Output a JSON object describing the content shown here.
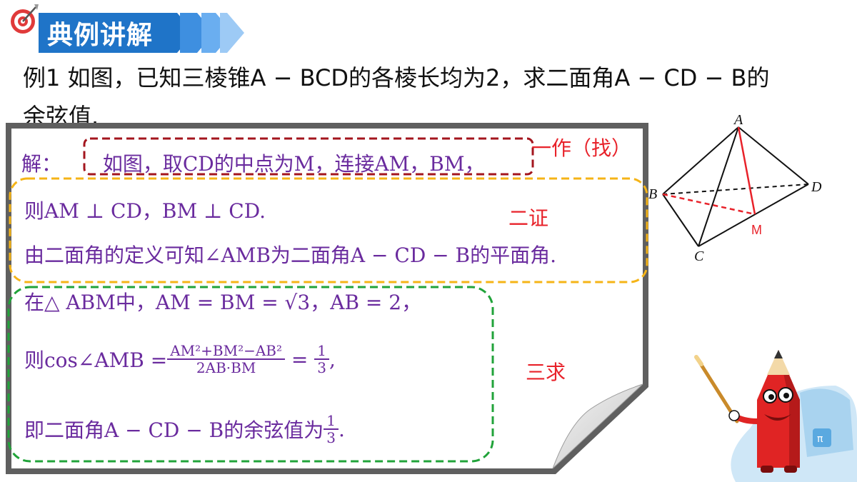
{
  "banner": {
    "label": "典例讲解"
  },
  "problem": {
    "line1": "例1 如图，已知三棱锥A − BCD的各棱长均为2，求二面角A − CD − B的",
    "line2": "余弦值."
  },
  "solution": {
    "step1_prefix": "解：",
    "step1_text": "如图，取CD的中点为M，连接AM，BM，",
    "step2_line1": "则AM ⊥ CD，BM ⊥ CD.",
    "step2_line2": "由二面角的定义可知∠AMB为二面角A − CD − B的平面角.",
    "step3_line1": "在△ ABM中，AM = BM = √3，AB = 2，",
    "step3_line2_pre": "则cos∠AMB = ",
    "step3_frac1_num": "AM²+BM²−AB²",
    "step3_frac1_den": "2AB·BM",
    "step3_eq": " = ",
    "step3_frac2_num": "1",
    "step3_frac2_den": "3",
    "step3_line2_post": ",",
    "step3_line3_pre": "即二面角A − CD − B的余弦值为",
    "step3_frac3_num": "1",
    "step3_frac3_den": "3",
    "step3_line3_post": "."
  },
  "annotations": {
    "find": "一作（找）",
    "prove": "二证",
    "compute": "三求"
  },
  "figure": {
    "label_a": "A",
    "label_b": "B",
    "label_c": "C",
    "label_d": "D",
    "label_m": "M"
  },
  "colors": {
    "banner_blue": "#1f74c8",
    "solution_purple": "#6a2b9e",
    "annotation_red": "#e8222a",
    "box_red": "#a3151e",
    "box_yellow": "#f5b417",
    "box_green": "#21a33a"
  }
}
